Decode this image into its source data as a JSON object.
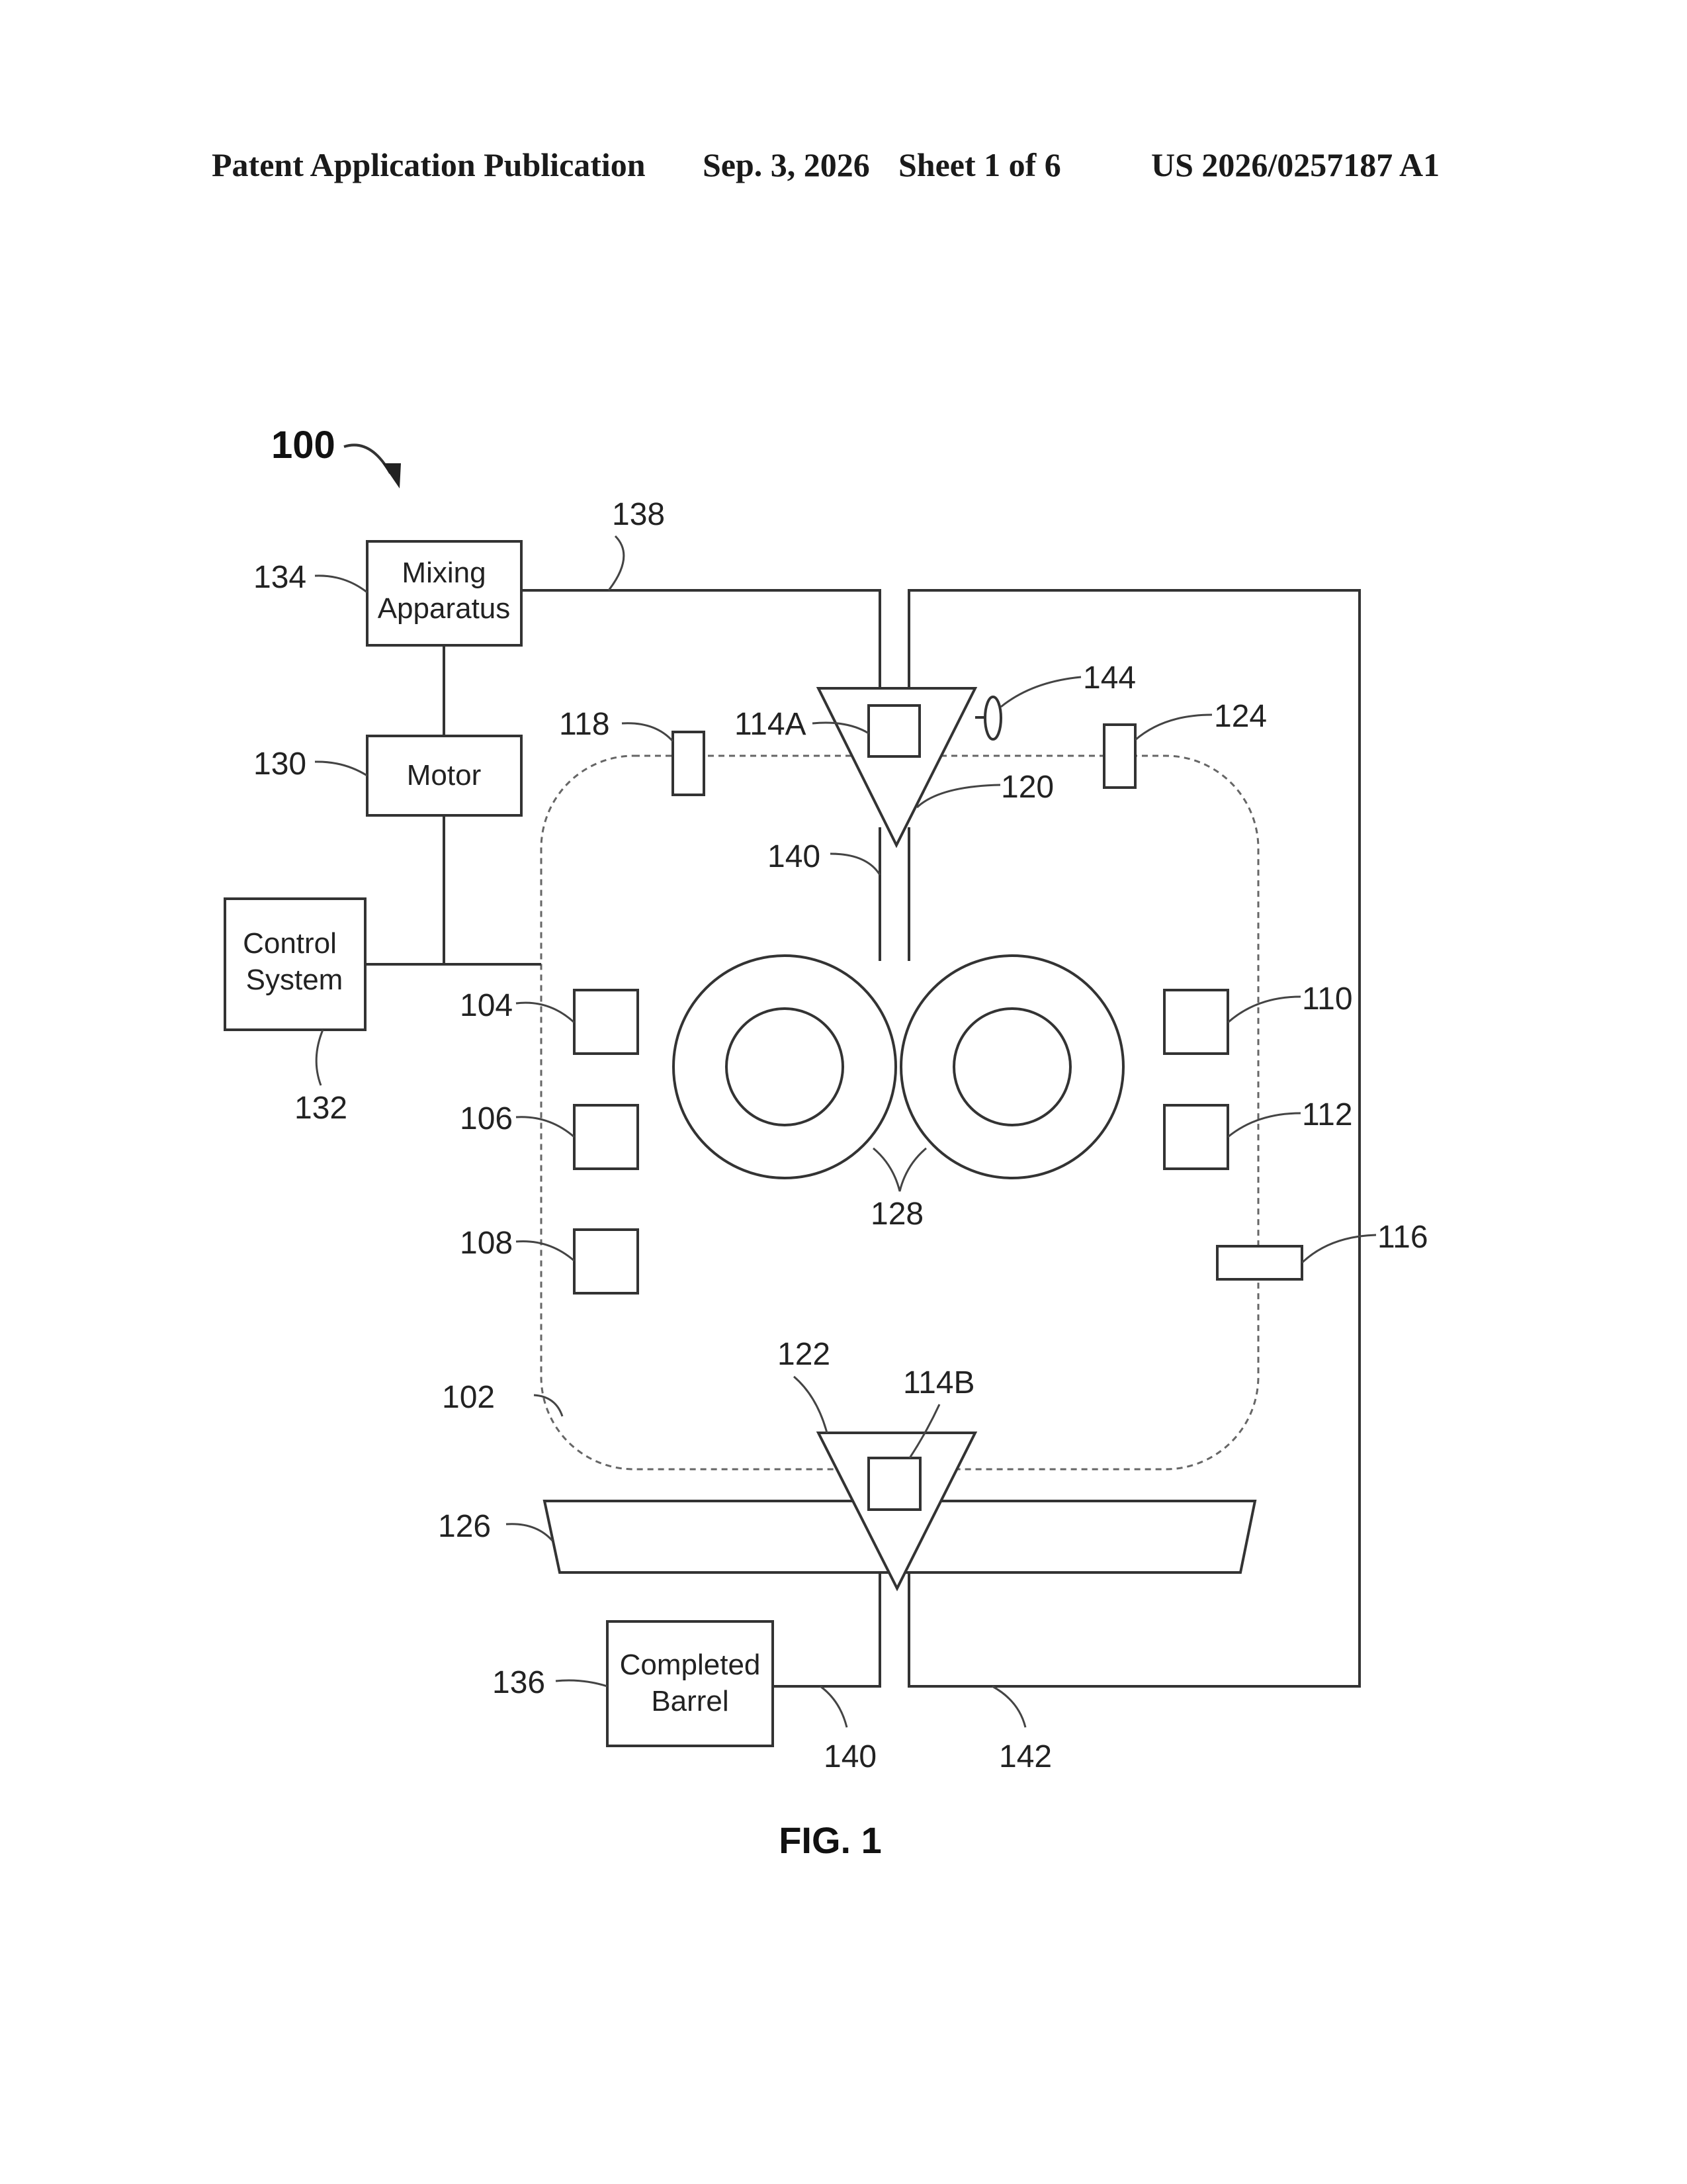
{
  "header": {
    "publication": "Patent Application Publication",
    "date": "Sep. 3, 2026",
    "sheet": "Sheet 1 of 6",
    "number": "US 2026/0257187 A1"
  },
  "figure": {
    "ref": "100",
    "caption": "FIG. 1"
  },
  "boxes": {
    "mixing_line1": "Mixing",
    "mixing_line2": "Apparatus",
    "motor": "Motor",
    "control_line1": "Control",
    "control_line2": "System",
    "barrel_line1": "Completed",
    "barrel_line2": "Barrel"
  },
  "labels": {
    "l102": "102",
    "l104": "104",
    "l106": "106",
    "l108": "108",
    "l110": "110",
    "l112": "112",
    "l114a": "114A",
    "l114b": "114B",
    "l116": "116",
    "l118": "118",
    "l120": "120",
    "l122": "122",
    "l124": "124",
    "l126": "126",
    "l128": "128",
    "l130": "130",
    "l132": "132",
    "l134": "134",
    "l136": "136",
    "l138": "138",
    "l140_upper": "140",
    "l140_lower": "140",
    "l142": "142",
    "l144": "144"
  }
}
